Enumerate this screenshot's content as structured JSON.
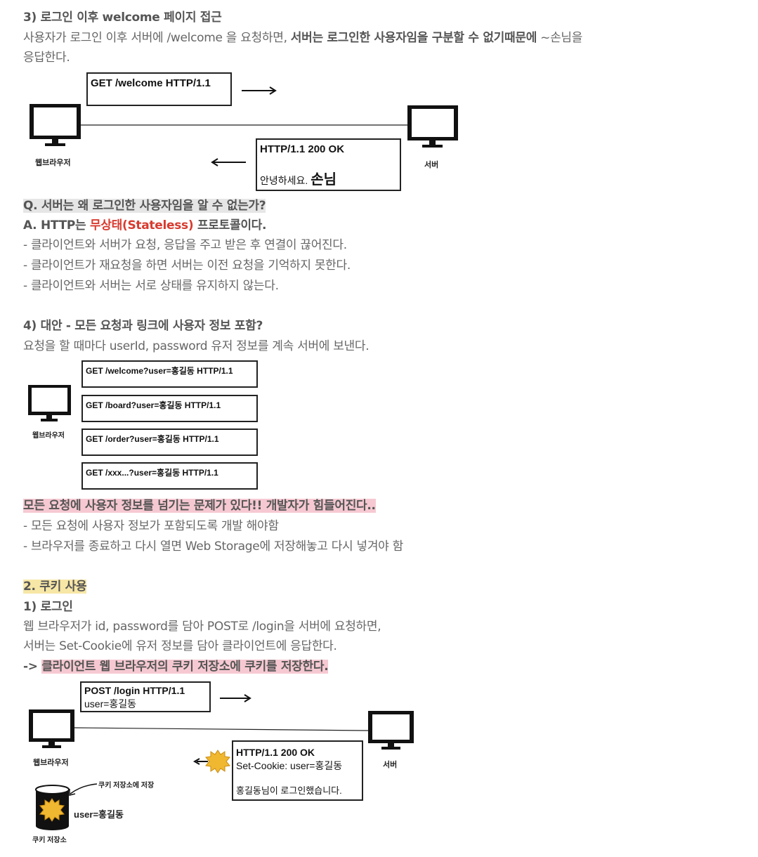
{
  "s3": {
    "title": "3) 로그인 이후 welcome 페이지 접근",
    "p1a": "사용자가 로그인 이후 서버에 /welcome 을 요청하면, ",
    "p1b": "서버는 로그인한 사용자임을 구분할 수 없기때문에",
    "p1c": " ~손님을",
    "p2": "응답한다.",
    "req": "GET /welcome HTTP/1.1",
    "res1": "HTTP/1.1 200 OK",
    "res2a": "안녕하세요. ",
    "res2b": "손님",
    "browser": "웹브라우저",
    "server": "서버"
  },
  "q": {
    "question": "Q. 서버는 왜 로그인한 사용자임을 알 수 없는가?",
    "answer_a": "A. HTTP는 ",
    "answer_red": "무상태(Stateless)",
    "answer_b": " 프로토콜이다.",
    "b1": "- 클라이언트와 서버가 요청, 응답을 주고 받은 후 연결이 끊어진다.",
    "b2": "- 클라이언트가 재요청을 하면 서버는 이전 요청을 기억하지 못한다.",
    "b3": "- 클라이언트와 서버는 서로 상태를 유지하지 않는다."
  },
  "s4": {
    "title": "4) 대안 - 모든 요청과 링크에 사용자 정보 포함?",
    "p1": "요청을 할 때마다 userId, password 유저 정보를 계속 서버에 보낸다.",
    "reqs": [
      "GET /welcome?user=홍길동 HTTP/1.1",
      "GET /board?user=홍길동 HTTP/1.1",
      "GET /order?user=홍길동 HTTP/1.1",
      "GET /xxx...?user=홍길동 HTTP/1.1"
    ],
    "browser": "웹브라우저",
    "problem": "모든 요청에 사용자 정보를 넘기는 문제가 있다!! 개발자가 힘들어진다..",
    "b1": "- 모든 요청에 사용자 정보가 포함되도록 개발 해야함",
    "b2": "- 브라우저를 종료하고 다시 열면 Web Storage에 저장해놓고 다시 넣겨야 함"
  },
  "c2": {
    "title": "2. 쿠키 사용",
    "sub": "1) 로그인",
    "p1": "웹 브라우저가 id, password를 담아 POST로 /login을 서버에 요청하면,",
    "p2": "서버는 Set-Cookie에 유저 정보를 담아 클라이언트에 응답한다.",
    "arrow": "-> ",
    "conclusion": "클라이언트 웹 브라우저의 쿠키 저장소에 쿠키를 저장한다.",
    "req1": "POST /login HTTP/1.1",
    "req2": "user=홍길동",
    "res1": "HTTP/1.1 200 OK",
    "res2": "Set-Cookie: user=홍길동",
    "res3": "홍길동님이 로그인했습니다.",
    "browser": "웹브라우저",
    "server": "서버",
    "save_label": "쿠키 저장소에 저장",
    "cookie_value": "user=홍길동",
    "store": "쿠키 저장소"
  }
}
